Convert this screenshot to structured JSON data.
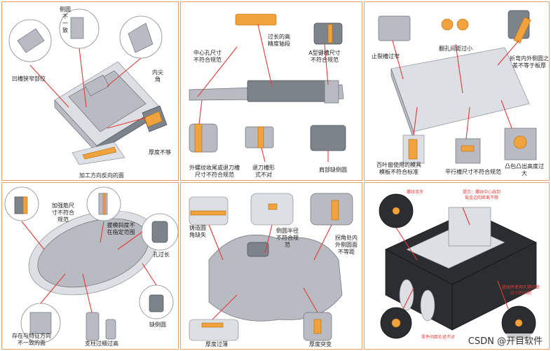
{
  "panels": {
    "p1": [
      "凹槽狭窄部位",
      "侧圆\n不\n一\n致",
      "内尖\n角",
      "厚度不够",
      "加工方向反向的面"
    ],
    "p2": [
      "过长的高\n精度轴段",
      "中心孔尺寸\n不符合规范",
      "A型键槽尺寸\n不符合规范",
      "外螺纹收尾或退刀槽\n尺寸不符合规范",
      "退刀槽形\n式不对",
      "肩部缺倒圆"
    ],
    "p3": [
      "止裂槽过窄",
      "翻孔间距过小",
      "折弯内外侧圆之\n差不等于板厚",
      "百叶窗使用的模具\n模板不符合标准",
      "平行槽尺寸不符合规范",
      "凸包凸出高度过\n大"
    ],
    "p4": [
      "加强筋尺\n寸不符合\n规范",
      "拔模斜度不\n在指定范围",
      "孔过长",
      "存在与特征方向\n不一致的面",
      "支柱过细过高",
      "缺倒圆"
    ],
    "p5": [
      "铸造圆\n角缺失",
      "倒圆半径\n不符合规\n范",
      "拐角处内\n外侧圆面\n不等距",
      "厚度过薄",
      "厚度突变"
    ],
    "p6": [
      "螺纹攻牙",
      "提示：螺纹中心线到\n钣金边的距离不够",
      "紧固件使用孔壁间距\n过小的问题",
      "零件间距孔径不对"
    ]
  },
  "watermark": "CSDN @开目软件",
  "colors": {
    "border": "#e8a06a",
    "callout": "#e53935",
    "highlight": "#f0a23c"
  }
}
